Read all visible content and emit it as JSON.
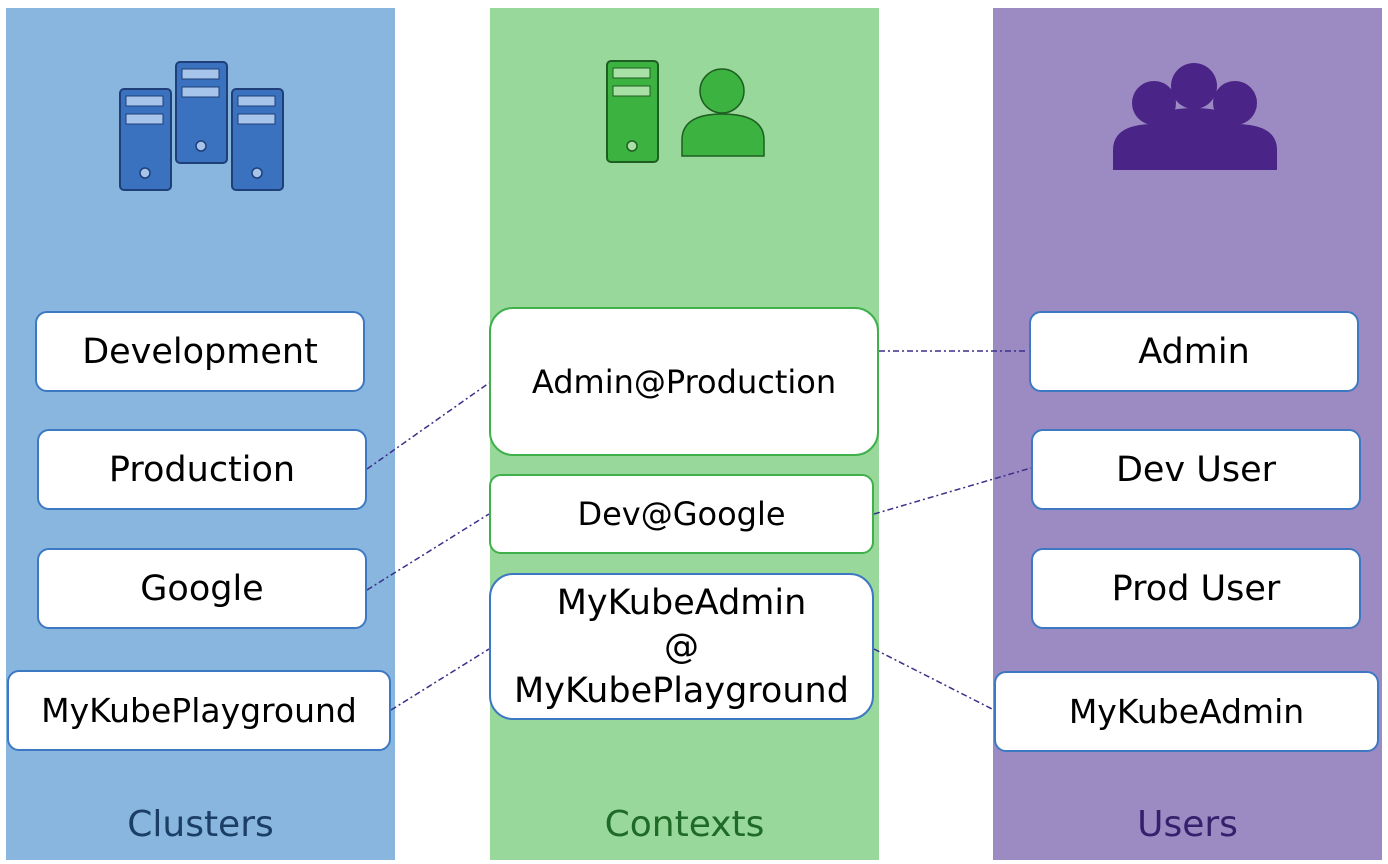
{
  "columns": {
    "clusters": {
      "title": "Clusters",
      "bg": "#88b6de",
      "title_color": "#1b3e66"
    },
    "contexts": {
      "title": "Contexts",
      "bg": "#98d99b",
      "title_color": "#1f6a26"
    },
    "users": {
      "title": "Users",
      "bg": "#9c8bc3",
      "title_color": "#36206e"
    }
  },
  "clusters": [
    {
      "label": "Development"
    },
    {
      "label": "Production"
    },
    {
      "label": "Google"
    },
    {
      "label": "MyKubePlayground"
    }
  ],
  "contexts": [
    {
      "label": "Admin@Production"
    },
    {
      "label": "Dev@Google"
    },
    {
      "lines": [
        "MyKubeAdmin",
        "@",
        "MyKubePlayground"
      ]
    }
  ],
  "users": [
    {
      "label": "Admin"
    },
    {
      "label": "Dev User"
    },
    {
      "label": "Prod User"
    },
    {
      "label": "MyKubeAdmin"
    }
  ],
  "icons": {
    "clusters": "server-cluster-icon",
    "contexts": "server-user-icon",
    "users": "user-group-icon"
  },
  "colors": {
    "cluster_icon": "#3a72c0",
    "context_icon": "#3cb240",
    "users_icon": "#4a2486",
    "connector": "#3b2f8a"
  }
}
